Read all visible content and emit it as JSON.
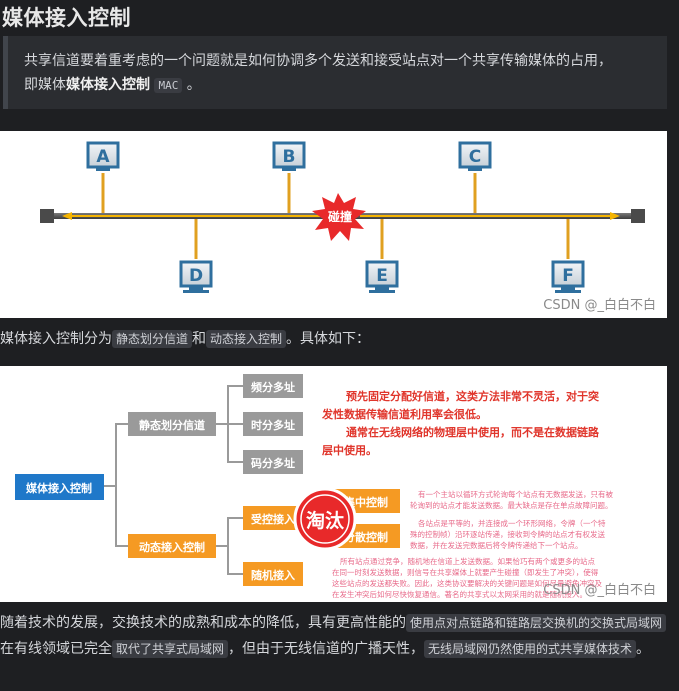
{
  "heading": "媒体接入控制",
  "quote": {
    "line1": "共享信道要着重考虑的一个问题就是如何协调多个发送和接受站点对一个共享传输媒体的占用，",
    "line2_prefix": "即媒体",
    "line2_bold": "媒体接入控制",
    "line2_code": "MAC",
    "line2_suffix": "。"
  },
  "bus_figure": {
    "stations_top": [
      "A",
      "B",
      "C"
    ],
    "stations_bottom": [
      "D",
      "E",
      "F"
    ],
    "collision_label": "碰撞",
    "watermark": "CSDN @_白白不白",
    "colors": {
      "bus": "#5a5a5a",
      "drop": "#e0a020",
      "arrow": "#f5b400",
      "station": "#2f6f9e",
      "collision": "#e8292a"
    }
  },
  "para1": {
    "prefix": "媒体接入控制分为",
    "code1": "静态划分信道",
    "mid": "和",
    "code2": "动态接入控制",
    "suffix": "。具体如下："
  },
  "tree_figure": {
    "root": "媒体接入控制",
    "static_node": "静态划分信道",
    "static_children": [
      "频分多址",
      "时分多址",
      "码分多址"
    ],
    "dynamic_node": "动态接入控制",
    "controlled_node": "受控接入",
    "controlled_children": [
      "集中控制",
      "分散控制"
    ],
    "random_node": "随机接入",
    "stamp": "淘汰",
    "static_note_1": "预先固定分配好信道，这类方法非常不灵活，对于突",
    "static_note_2": "发性数据传输信道利用率会很低。",
    "static_note_3": "通常在无线网络的物理层中使用，而不是在数据链路",
    "static_note_4": "层中使用。",
    "central_note_1": "有一个主站以循环方式轮询每个站点有无数据发送，只有被",
    "central_note_2": "轮询到的站点才能发送数据。最大缺点是存在单点故障问题。",
    "distributed_note_1": "各站点是平等的，并连接成一个环形网络，令牌（一个特",
    "distributed_note_2": "殊的控制帧）沿环逐站传递，接收到令牌的站点才有权发送",
    "distributed_note_3": "数据，并在发送完数据后将令牌传递给下一个站点。",
    "random_note_1": "所有站点通过竞争，随机地在信道上发送数据。如果恰巧有两个或更多的站点",
    "random_note_2": "在同一时刻发送数据，则信号在共享媒体上就要产生碰撞（即发生了冲突），使得",
    "random_note_3": "这些站点的发送都失败。因此，这类协议要解决的关键问题是如何尽量避免冲突及",
    "random_note_4": "在发生冲突后如何尽快恢复通信。著名的共享式以太网采用的就是随机接入。",
    "watermark": "CSDN @_白白不白",
    "colors": {
      "root": "#1f78c9",
      "static": "#9a9a9a",
      "dynamic": "#f59a23",
      "note_red": "#e0352b",
      "note_pink": "#e86a8a"
    }
  },
  "para2": {
    "t1": "随着技术的发展，交换技术的成熟和成本的降低，具有更高性能的",
    "c1": "使用点对点链路和链路层交换机的交换式局域网",
    "t2": "在有线领域已完全",
    "c2": "取代了共享式局域网",
    "t3": "，但由于无线信道的广播天性，",
    "c3": "无线局域网仍然使用的式共享媒体技术",
    "t4": "。"
  }
}
